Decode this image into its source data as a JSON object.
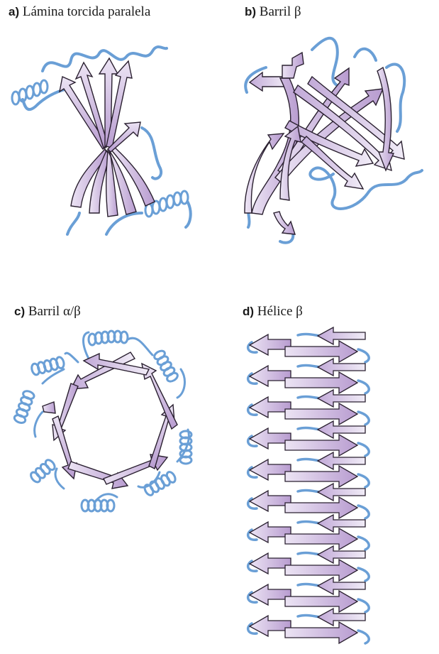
{
  "panels": {
    "a": {
      "letter": "a)",
      "title": "Lámina torcida paralela"
    },
    "b": {
      "letter": "b)",
      "title": "Barril β"
    },
    "c": {
      "letter": "c)",
      "title": "Barril α/β"
    },
    "d": {
      "letter": "d)",
      "title": "Hélice β"
    }
  },
  "colors": {
    "strand_fill_light": "#ece4f4",
    "strand_fill_dark": "#b89cd0",
    "strand_outline": "#2a2030",
    "coil": "#6a9fd6"
  },
  "helix_d": {
    "repeats": 10
  }
}
